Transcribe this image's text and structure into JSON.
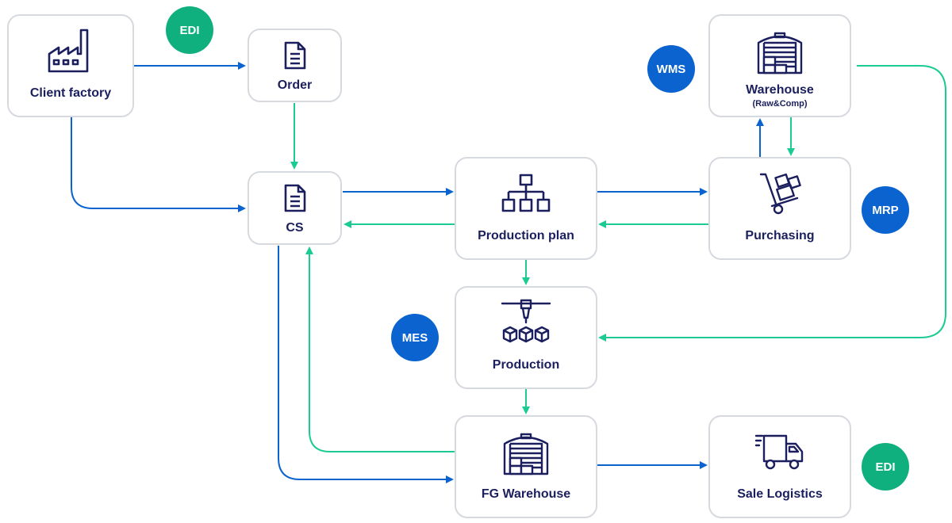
{
  "nodes": {
    "client_factory": {
      "label": "Client factory"
    },
    "order": {
      "label": "Order"
    },
    "cs": {
      "label": "CS"
    },
    "production_plan": {
      "label": "Production plan"
    },
    "warehouse": {
      "label": "Warehouse",
      "sublabel": "(Raw&Comp)"
    },
    "purchasing": {
      "label": "Purchasing"
    },
    "production": {
      "label": "Production"
    },
    "fg_warehouse": {
      "label": "FG Warehouse"
    },
    "sale_logistics": {
      "label": "Sale Logistics"
    }
  },
  "badges": {
    "edi_top": {
      "text": "EDI",
      "color": "#10b07e"
    },
    "wms": {
      "text": "WMS",
      "color": "#0a63cf"
    },
    "mrp": {
      "text": "MRP",
      "color": "#0a63cf"
    },
    "mes": {
      "text": "MES",
      "color": "#0a63cf"
    },
    "edi_bottom": {
      "text": "EDI",
      "color": "#10b07e"
    }
  },
  "colors": {
    "blue_flow": "#0a63cf",
    "green_flow": "#1ccb93",
    "node_border": "#d6d9de",
    "text_navy": "#1b1f5e"
  }
}
